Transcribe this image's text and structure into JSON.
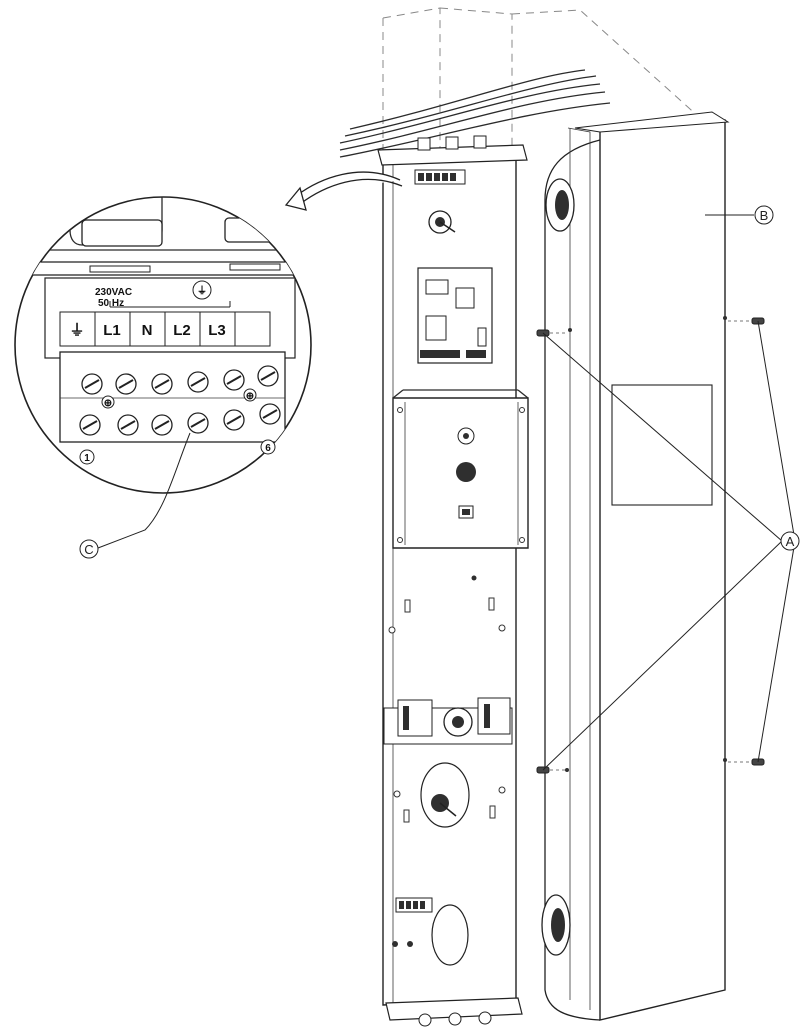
{
  "inset": {
    "voltage": "230VAC",
    "frequency": "50 Hz",
    "terminals": [
      "⏚",
      "L1",
      "N",
      "L2",
      "L3",
      ""
    ],
    "first_terminal_number": "1",
    "last_terminal_number": "6"
  },
  "callouts": {
    "a": "A",
    "b": "B",
    "c": "C"
  }
}
